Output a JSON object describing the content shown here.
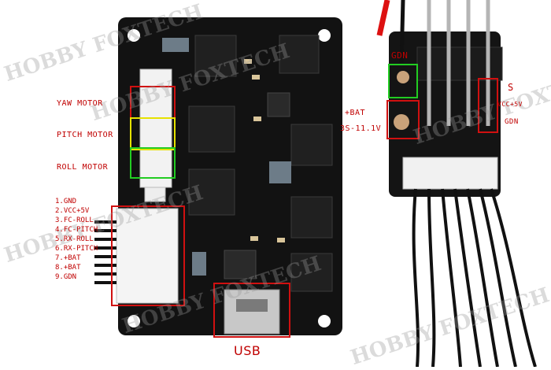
{
  "labels": {
    "yaw_motor": "YAW MOTOR",
    "pitch_motor": "PITCH MOTOR",
    "roll_motor": "ROLL MOTOR",
    "usb": "USB",
    "gdn_top": "GDN",
    "s": "S",
    "vcc_right": "VCC+5V",
    "gdn_right": "GDN",
    "bat": "+BAT",
    "bat_range": "3S-11.1V"
  },
  "pin_list": [
    "1.GND",
    "2.VCC+5V",
    "3.FC-ROLL",
    "4.FC-PITCH",
    "5.RX-ROLL",
    "6.RX-PITCH",
    "7.+BAT",
    "8.+BAT",
    "9.GDN"
  ],
  "watermark": "HOBBY FOXTECH",
  "colors": {
    "annotation_red": "#d01010",
    "highlight_yellow": "#e6e200",
    "highlight_green": "#22cc22",
    "board": "#111111"
  }
}
